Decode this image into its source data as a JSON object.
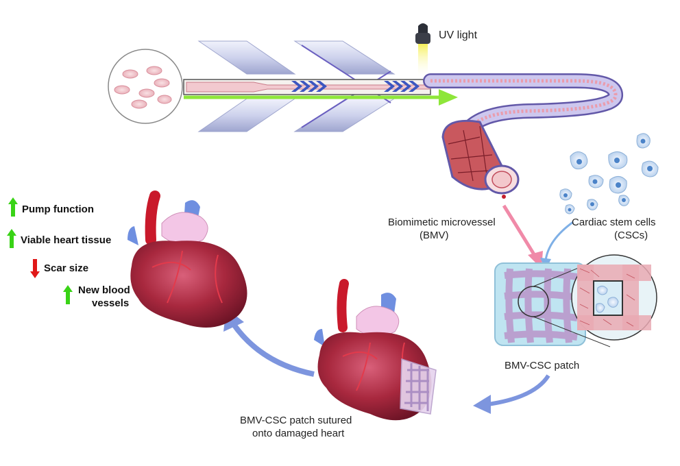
{
  "labels": {
    "uv_light": "UV light",
    "bmv_line1": "Biomimetic microvessel",
    "bmv_line2": "(BMV)",
    "csc_line1": "Cardiac stem cells",
    "csc_line2": "(CSCs)",
    "patch": "BMV-CSC patch",
    "sutured_line1": "BMV-CSC patch sutured",
    "sutured_line2": "onto damaged heart"
  },
  "outcomes": [
    {
      "text": "Pump function",
      "direction": "up"
    },
    {
      "text": "Viable heart tissue",
      "direction": "up"
    },
    {
      "text": "Scar size",
      "direction": "down"
    },
    {
      "text_line1": "New blood",
      "text_line2": "vessels",
      "direction": "up"
    }
  ],
  "colors": {
    "up_arrow": "#39d316",
    "down_arrow": "#e01818",
    "flow_arrow": "#7d95de",
    "pink_arrow": "#f08aa8",
    "green_arrow": "#8ee63a",
    "heart": "#a8283e",
    "vessel": "#c9c8ee",
    "uv": "#f3ef6b"
  }
}
